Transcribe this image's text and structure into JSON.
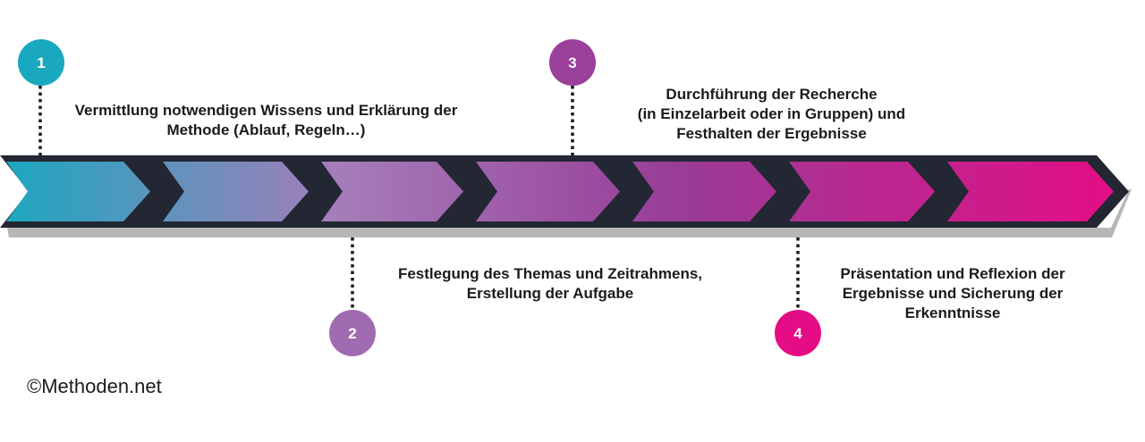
{
  "timeline": {
    "colors": {
      "outline": "#232733",
      "shadow": "#b7b7b7",
      "teal": "#1aa8c0",
      "purple": "#a16bb2",
      "magenta": "#e40d85",
      "text": "#1b1b1b"
    },
    "steps": [
      {
        "number": "1",
        "text": "Vermittlung notwendigen Wissens und Erklärung der\nMethode (Ablauf, Regeln…)",
        "color": "#1aa8c0"
      },
      {
        "number": "2",
        "text": "Festlegung des Themas und Zeitrahmens,\nErstellung der Aufgabe",
        "color": "#a16bb2"
      },
      {
        "number": "3",
        "text": "Durchführung der Recherche\n(in Einzelarbeit oder in Gruppen) und\nFesthalten der Ergebnisse",
        "color": "#9a3f9a"
      },
      {
        "number": "4",
        "text": "Präsentation und Reflexion der\nErgebnisse und Sicherung der\nErkenntnisse",
        "color": "#e40d85"
      }
    ]
  },
  "footer": {
    "copyright": "©Methoden.net"
  }
}
